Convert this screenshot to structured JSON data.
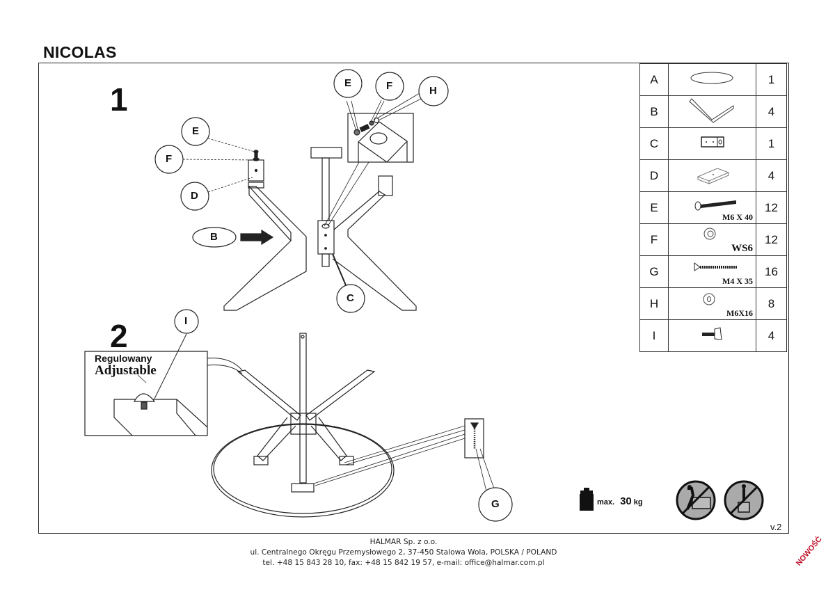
{
  "document": {
    "title": "NICOLAS",
    "version": "v.2",
    "stamp": "NOWOŚĆ"
  },
  "steps": [
    {
      "number": "1",
      "callouts": [
        "E",
        "F",
        "D",
        "B",
        "E",
        "F",
        "H",
        "C"
      ]
    },
    {
      "number": "2",
      "callouts": [
        "I",
        "G"
      ],
      "note_pl": "Regulowany",
      "note_en": "Adjustable"
    }
  ],
  "parts_list": [
    {
      "letter": "A",
      "icon": "round-tabletop-icon",
      "spec": "",
      "qty": "1"
    },
    {
      "letter": "B",
      "icon": "v-leg-icon",
      "spec": "",
      "qty": "4"
    },
    {
      "letter": "C",
      "icon": "connector-plate-icon",
      "spec": "",
      "qty": "1"
    },
    {
      "letter": "D",
      "icon": "mounting-block-icon",
      "spec": "",
      "qty": "4"
    },
    {
      "letter": "E",
      "icon": "bolt-icon",
      "spec": "M6 X 40",
      "qty": "12"
    },
    {
      "letter": "F",
      "icon": "spring-washer-icon",
      "spec": "WS6",
      "qty": "12"
    },
    {
      "letter": "G",
      "icon": "wood-screw-icon",
      "spec": "M4 X 35",
      "qty": "16"
    },
    {
      "letter": "H",
      "icon": "flat-washer-icon",
      "spec": "M6X16",
      "qty": "8"
    },
    {
      "letter": "I",
      "icon": "adjustable-glide-icon",
      "spec": "",
      "qty": "4"
    }
  ],
  "warnings": {
    "max_label": "max.",
    "max_value": "30",
    "max_unit": "kg",
    "icons": [
      "no-climbing-icon",
      "no-standing-icon"
    ]
  },
  "footer": {
    "company": "HALMAR Sp. z o.o.",
    "address": "ul. Centralnego Okręgu Przemysłowego 2, 37-450 Stalowa Wola, POLSKA / POLAND",
    "contact": "tel. +48 15 843 28 10, fax: +48 15 842 19 57, e-mail: office@halmar.com.pl"
  }
}
